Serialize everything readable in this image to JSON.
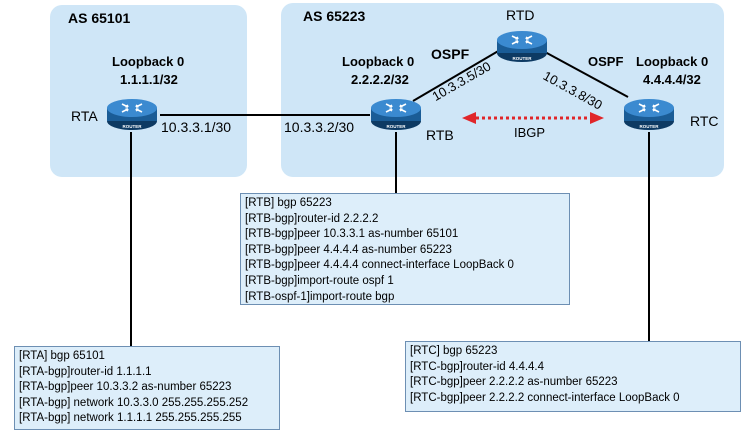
{
  "as_left": {
    "title": "AS 65101"
  },
  "as_right": {
    "title": "AS 65223"
  },
  "routers": {
    "rta": {
      "name": "RTA",
      "loopback_title": "Loopback 0",
      "loopback_ip": "1.1.1.1/32",
      "icon_text": "ROUTER"
    },
    "rtb": {
      "name": "RTB",
      "loopback_title": "Loopback 0",
      "loopback_ip": "2.2.2.2/32",
      "icon_text": "ROUTER"
    },
    "rtc": {
      "name": "RTC",
      "loopback_title": "Loopback 0",
      "loopback_ip": "4.4.4.4/32",
      "icon_text": "ROUTER"
    },
    "rtd": {
      "name": "RTD",
      "icon_text": "ROUTER"
    }
  },
  "links": {
    "rta_ip": "10.3.3.1/30",
    "rtb_ip": "10.3.3.2/30",
    "rtb_rtd_ip": "10.3.3.5/30",
    "rtc_rtd_ip": "10.3.3.8/30",
    "ospf_left": "OSPF",
    "ospf_right": "OSPF",
    "ibgp": "IBGP"
  },
  "config_rtb": [
    "[RTB] bgp 65223",
    "[RTB-bgp]router-id 2.2.2.2",
    "[RTB-bgp]peer 10.3.3.1 as-number 65101",
    "[RTB-bgp]peer 4.4.4.4 as-number 65223",
    "[RTB-bgp]peer 4.4.4.4 connect-interface LoopBack 0",
    "[RTB-bgp]import-route ospf 1",
    "[RTB-ospf-1]import-route bgp"
  ],
  "config_rta": [
    "[RTA] bgp 65101",
    "[RTA-bgp]router-id 1.1.1.1",
    "[RTA-bgp]peer 10.3.3.2 as-number 65223",
    "[RTA-bgp] network 10.3.3.0 255.255.255.252",
    "[RTA-bgp] network 1.1.1.1 255.255.255.255"
  ],
  "config_rtc": [
    "[RTC] bgp 65223",
    "[RTC-bgp]router-id 4.4.4.4",
    "[RTC-bgp]peer 2.2.2.2 as-number 65223",
    "[RTC-bgp]peer 2.2.2.2 connect-interface LoopBack 0"
  ],
  "colors": {
    "as_fill": "#cfe6f7",
    "router_blue": "#1f6fb0",
    "ibgp_red": "#e0262a",
    "config_fill": "#ddeefa"
  }
}
